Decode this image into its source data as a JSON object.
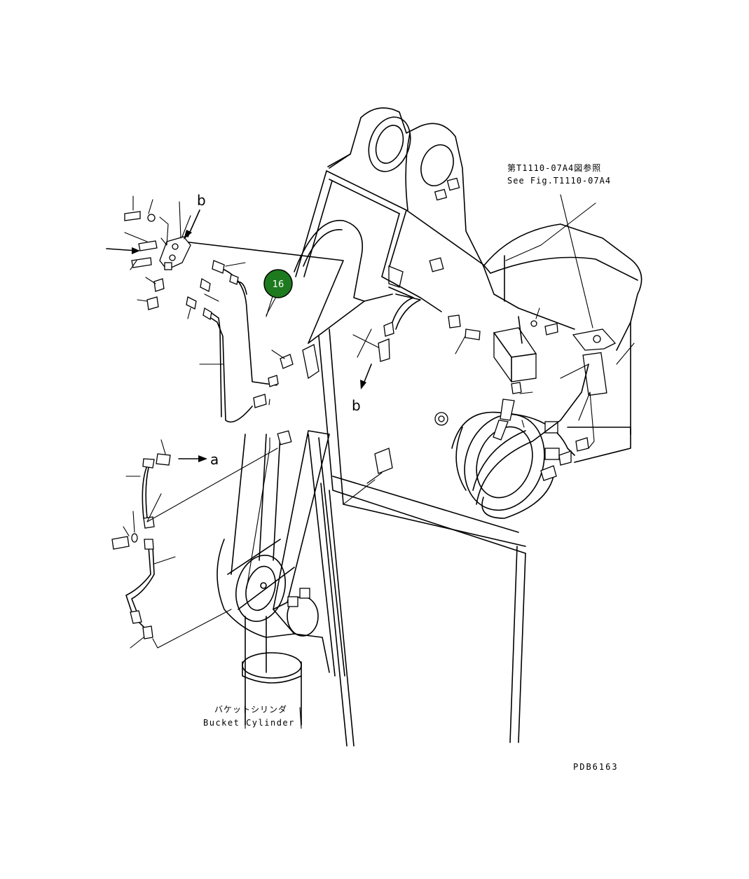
{
  "reference_note": {
    "line_jp": "第T1110-07A4図参照",
    "line_en": "See Fig.T1110-07A4"
  },
  "cylinder_label": {
    "jp": "バケットシリンダ",
    "en": "Bucket Cylinder"
  },
  "arrow_labels": {
    "b_top": "b",
    "b_lower": "b",
    "a": "a"
  },
  "callout": {
    "number": "16",
    "color": "#1e7a1e"
  },
  "drawing_code": "PDB6163",
  "colors": {
    "line": "#000000",
    "background": "#ffffff",
    "callout_fill": "#1e7a1e",
    "callout_text": "#ffffff"
  }
}
